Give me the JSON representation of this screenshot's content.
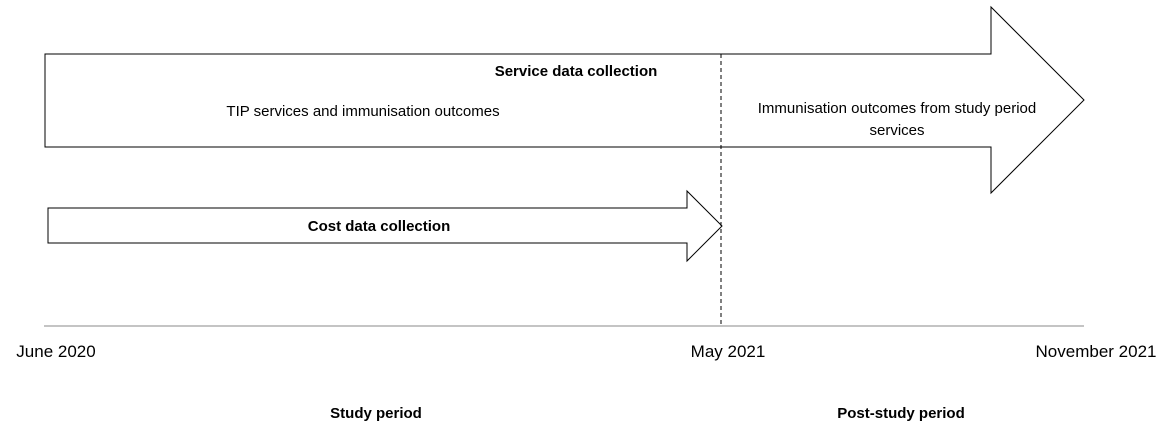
{
  "service_arrow": {
    "title": "Service data collection",
    "left_text": "TIP services and immunisation outcomes",
    "right_text_line1": "Immunisation outcomes from study period",
    "right_text_line2": "services"
  },
  "cost_arrow": {
    "title": "Cost data collection"
  },
  "timeline": {
    "start": "June 2020",
    "mid": "May 2021",
    "end": "November 2021"
  },
  "periods": {
    "study": "Study period",
    "post_study": "Post-study period"
  }
}
